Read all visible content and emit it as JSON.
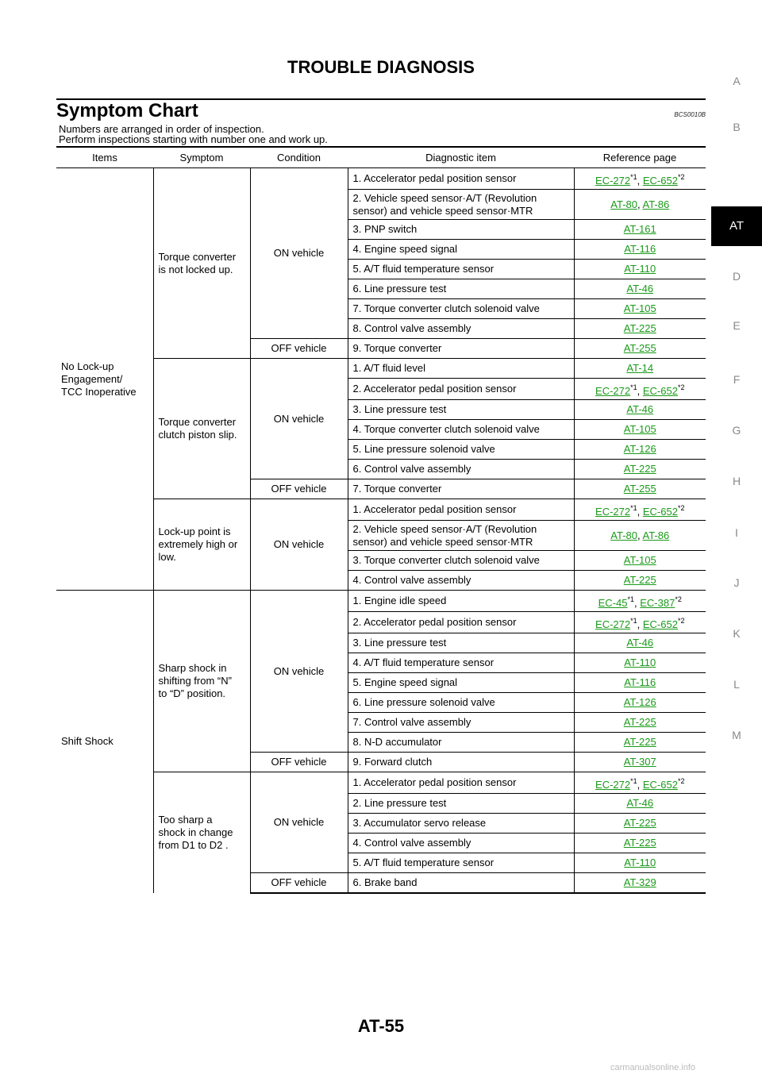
{
  "header": {
    "title": "TROUBLE DIAGNOSIS"
  },
  "section": {
    "title": "Symptom Chart",
    "code": "BCS0010B",
    "notes": [
      "Numbers are arranged in order of inspection.",
      "Perform inspections starting with number one and work up."
    ]
  },
  "side_index": {
    "letters": [
      "A",
      "B",
      "AT",
      "D",
      "E",
      "F",
      "G",
      "H",
      "I",
      "J",
      "K",
      "L",
      "M"
    ],
    "active": "AT"
  },
  "table": {
    "headers": [
      "Items",
      "Symptom",
      "Condition",
      "Diagnostic item",
      "Reference page"
    ],
    "items": [
      {
        "name": "No Lock-up\nEngagement/\nTCC Inoperative"
      },
      {
        "name": "Shift Shock"
      }
    ],
    "symptoms": [
      "Torque converter\nis not locked up.",
      "Torque converter\nclutch piston slip.",
      "Lock-up point is\nextremely high or\nlow.",
      "Sharp shock in\nshifting from “N”\nto “D” position.",
      "Too sharp a\nshock in change\nfrom D1 to D2 ."
    ],
    "conditions": [
      "ON vehicle",
      "OFF vehicle"
    ],
    "rows": [
      {
        "diag": "1. Accelerator pedal position sensor",
        "refs": [
          "EC-272",
          "EC-652"
        ]
      },
      {
        "diag": "2. Vehicle speed sensor·A/T (Revolution sensor) and vehicle speed sensor·MTR",
        "refs": [
          "AT-80",
          "AT-86"
        ]
      },
      {
        "diag": "3. PNP switch",
        "refs": [
          "AT-161"
        ]
      },
      {
        "diag": "4. Engine speed signal",
        "refs": [
          "AT-116"
        ]
      },
      {
        "diag": "5. A/T fluid temperature sensor",
        "refs": [
          "AT-110"
        ]
      },
      {
        "diag": "6. Line pressure test",
        "refs": [
          "AT-46"
        ]
      },
      {
        "diag": "7. Torque converter clutch solenoid valve",
        "refs": [
          "AT-105"
        ]
      },
      {
        "diag": "8. Control valve assembly",
        "refs": [
          "AT-225"
        ]
      },
      {
        "diag": "9. Torque converter",
        "refs": [
          "AT-255"
        ]
      },
      {
        "diag": "1. A/T fluid level",
        "refs": [
          "AT-14"
        ]
      },
      {
        "diag": "2. Accelerator pedal position sensor",
        "refs": [
          "EC-272",
          "EC-652"
        ]
      },
      {
        "diag": "3. Line pressure test",
        "refs": [
          "AT-46"
        ]
      },
      {
        "diag": "4. Torque converter clutch solenoid valve",
        "refs": [
          "AT-105"
        ]
      },
      {
        "diag": "5. Line pressure solenoid valve",
        "refs": [
          "AT-126"
        ]
      },
      {
        "diag": "6. Control valve assembly",
        "refs": [
          "AT-225"
        ]
      },
      {
        "diag": "7. Torque converter",
        "refs": [
          "AT-255"
        ]
      },
      {
        "diag": "1. Accelerator pedal position sensor",
        "refs": [
          "EC-272",
          "EC-652"
        ]
      },
      {
        "diag": "2. Vehicle speed sensor·A/T (Revolution sensor) and vehicle speed sensor·MTR",
        "refs": [
          "AT-80",
          "AT-86"
        ]
      },
      {
        "diag": "3. Torque converter clutch solenoid valve",
        "refs": [
          "AT-105"
        ]
      },
      {
        "diag": "4. Control valve assembly",
        "refs": [
          "AT-225"
        ]
      },
      {
        "diag": "1. Engine idle speed",
        "refs": [
          "EC-45",
          "EC-387"
        ]
      },
      {
        "diag": "2. Accelerator pedal position sensor",
        "refs": [
          "EC-272",
          "EC-652"
        ]
      },
      {
        "diag": "3. Line pressure test",
        "refs": [
          "AT-46"
        ]
      },
      {
        "diag": "4. A/T fluid temperature sensor",
        "refs": [
          "AT-110"
        ]
      },
      {
        "diag": "5. Engine speed signal",
        "refs": [
          "AT-116"
        ]
      },
      {
        "diag": "6. Line pressure solenoid valve",
        "refs": [
          "AT-126"
        ]
      },
      {
        "diag": "7. Control valve assembly",
        "refs": [
          "AT-225"
        ]
      },
      {
        "diag": "8. N-D accumulator",
        "refs": [
          "AT-225"
        ]
      },
      {
        "diag": "9. Forward clutch",
        "refs": [
          "AT-307"
        ]
      },
      {
        "diag": "1. Accelerator pedal position sensor",
        "refs": [
          "EC-272",
          "EC-652"
        ]
      },
      {
        "diag": "2. Line pressure test",
        "refs": [
          "AT-46"
        ]
      },
      {
        "diag": "3. Accumulator servo release",
        "refs": [
          "AT-225"
        ]
      },
      {
        "diag": "4. Control valve assembly",
        "refs": [
          "AT-225"
        ]
      },
      {
        "diag": "5. A/T fluid temperature sensor",
        "refs": [
          "AT-110"
        ]
      },
      {
        "diag": "6. Brake band",
        "refs": [
          "AT-329"
        ]
      }
    ],
    "ref_marks": [
      "*1",
      "*2"
    ]
  },
  "footer": {
    "page": "AT-55"
  },
  "watermark": "carmanualsonline.info"
}
